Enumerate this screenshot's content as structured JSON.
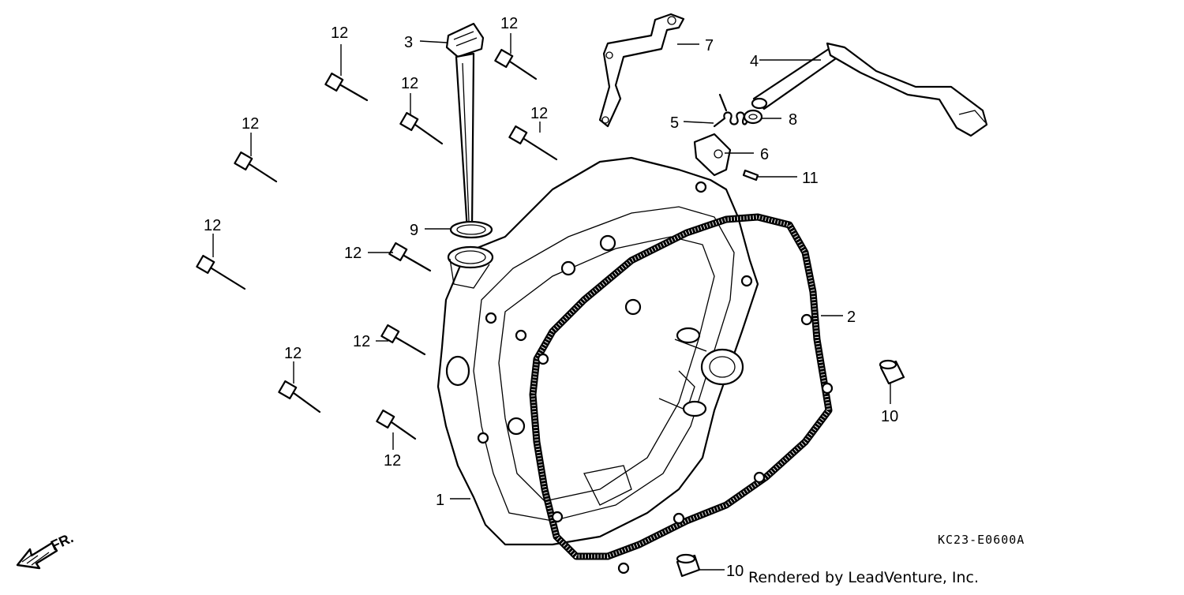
{
  "diagram": {
    "callouts": [
      {
        "id": "c1",
        "label": "1"
      },
      {
        "id": "c2",
        "label": "2"
      },
      {
        "id": "c3",
        "label": "3"
      },
      {
        "id": "c4",
        "label": "4"
      },
      {
        "id": "c5",
        "label": "5"
      },
      {
        "id": "c6",
        "label": "6"
      },
      {
        "id": "c7",
        "label": "7"
      },
      {
        "id": "c8",
        "label": "8"
      },
      {
        "id": "c9",
        "label": "9"
      },
      {
        "id": "c10a",
        "label": "10"
      },
      {
        "id": "c10b",
        "label": "10"
      },
      {
        "id": "c11",
        "label": "11"
      },
      {
        "id": "c12a",
        "label": "12"
      },
      {
        "id": "c12b",
        "label": "12"
      },
      {
        "id": "c12c",
        "label": "12"
      },
      {
        "id": "c12d",
        "label": "12"
      },
      {
        "id": "c12e",
        "label": "12"
      },
      {
        "id": "c12f",
        "label": "12"
      },
      {
        "id": "c12g",
        "label": "12"
      },
      {
        "id": "c12h",
        "label": "12"
      },
      {
        "id": "c12i",
        "label": "12"
      },
      {
        "id": "c12j",
        "label": "12"
      }
    ],
    "front_label": "FR.",
    "drawing_code": "KC23-E0600A",
    "credit": "Rendered by LeadVenture, Inc."
  }
}
